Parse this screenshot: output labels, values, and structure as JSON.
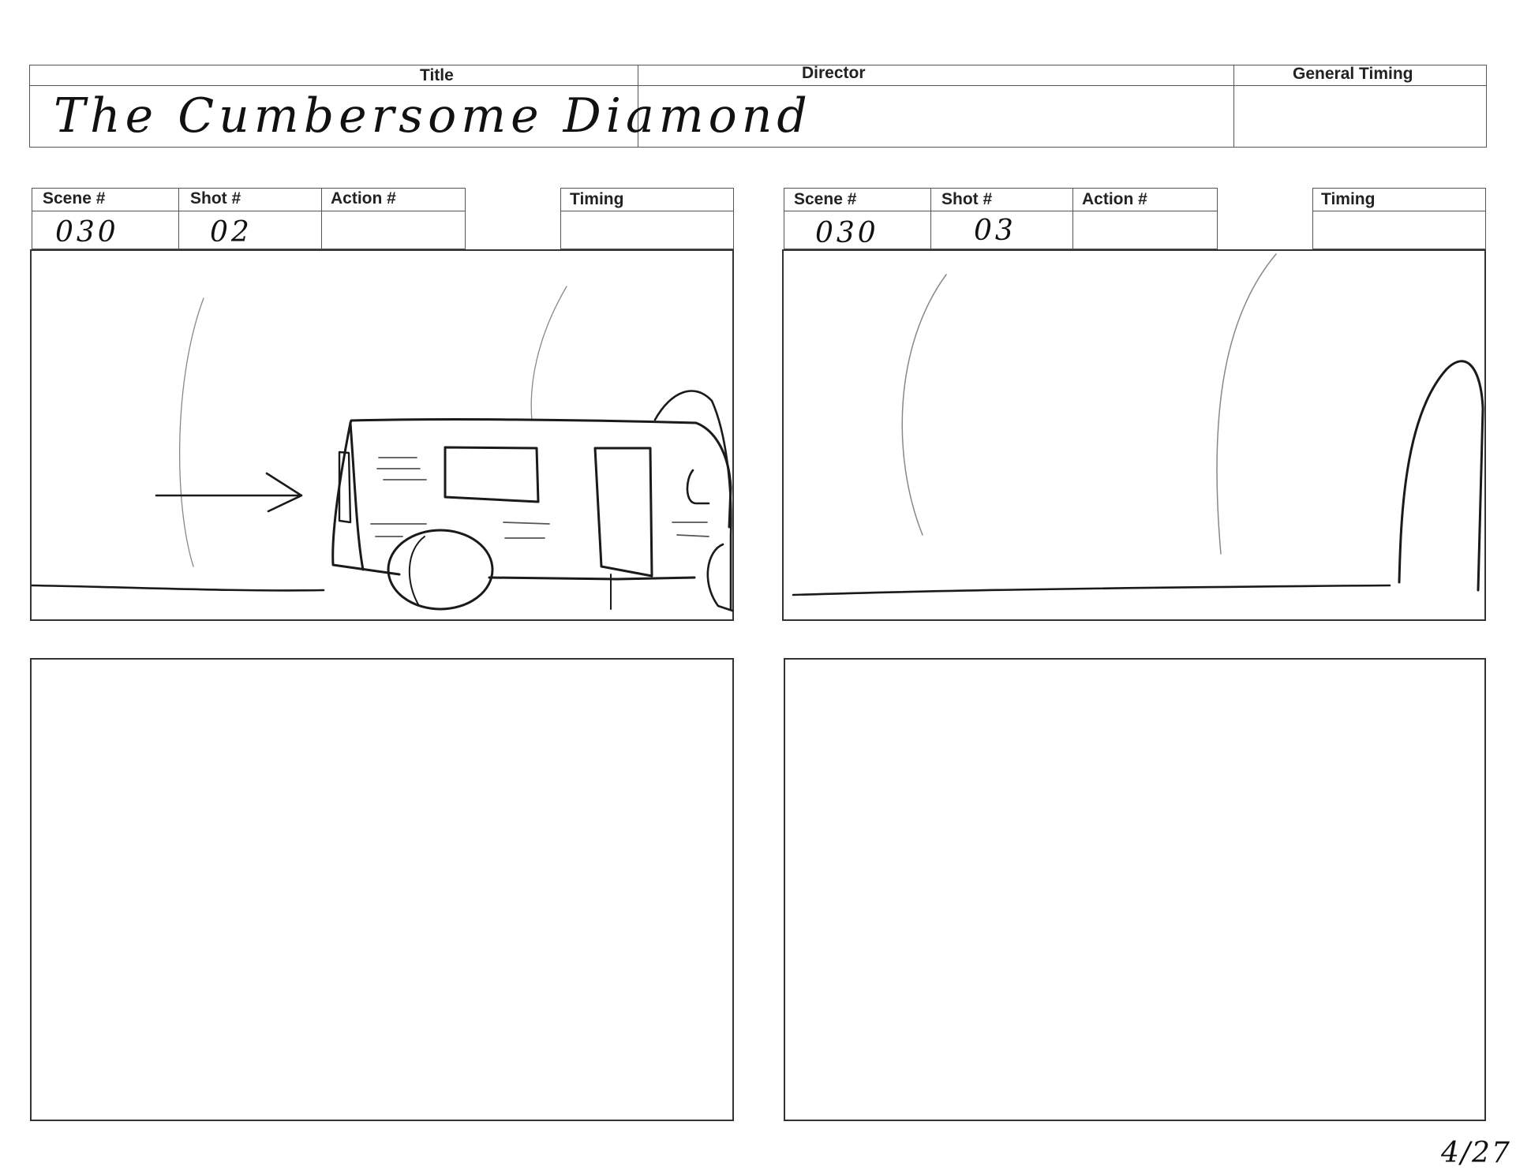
{
  "header": {
    "title_label": "Title",
    "director_label": "Director",
    "general_timing_label": "General Timing",
    "title_value": "The Cumbersome Diamond",
    "director_value": "",
    "general_timing_value": ""
  },
  "shots": [
    {
      "scene_label": "Scene #",
      "shot_label": "Shot #",
      "action_label": "Action #",
      "timing_label": "Timing",
      "scene_value": "030",
      "shot_value": "02",
      "action_value": "",
      "timing_value": ""
    },
    {
      "scene_label": "Scene #",
      "shot_label": "Shot #",
      "action_label": "Action #",
      "timing_label": "Timing",
      "scene_value": "030",
      "shot_value": "03",
      "action_value": "",
      "timing_value": ""
    }
  ],
  "page_number": "4/27"
}
